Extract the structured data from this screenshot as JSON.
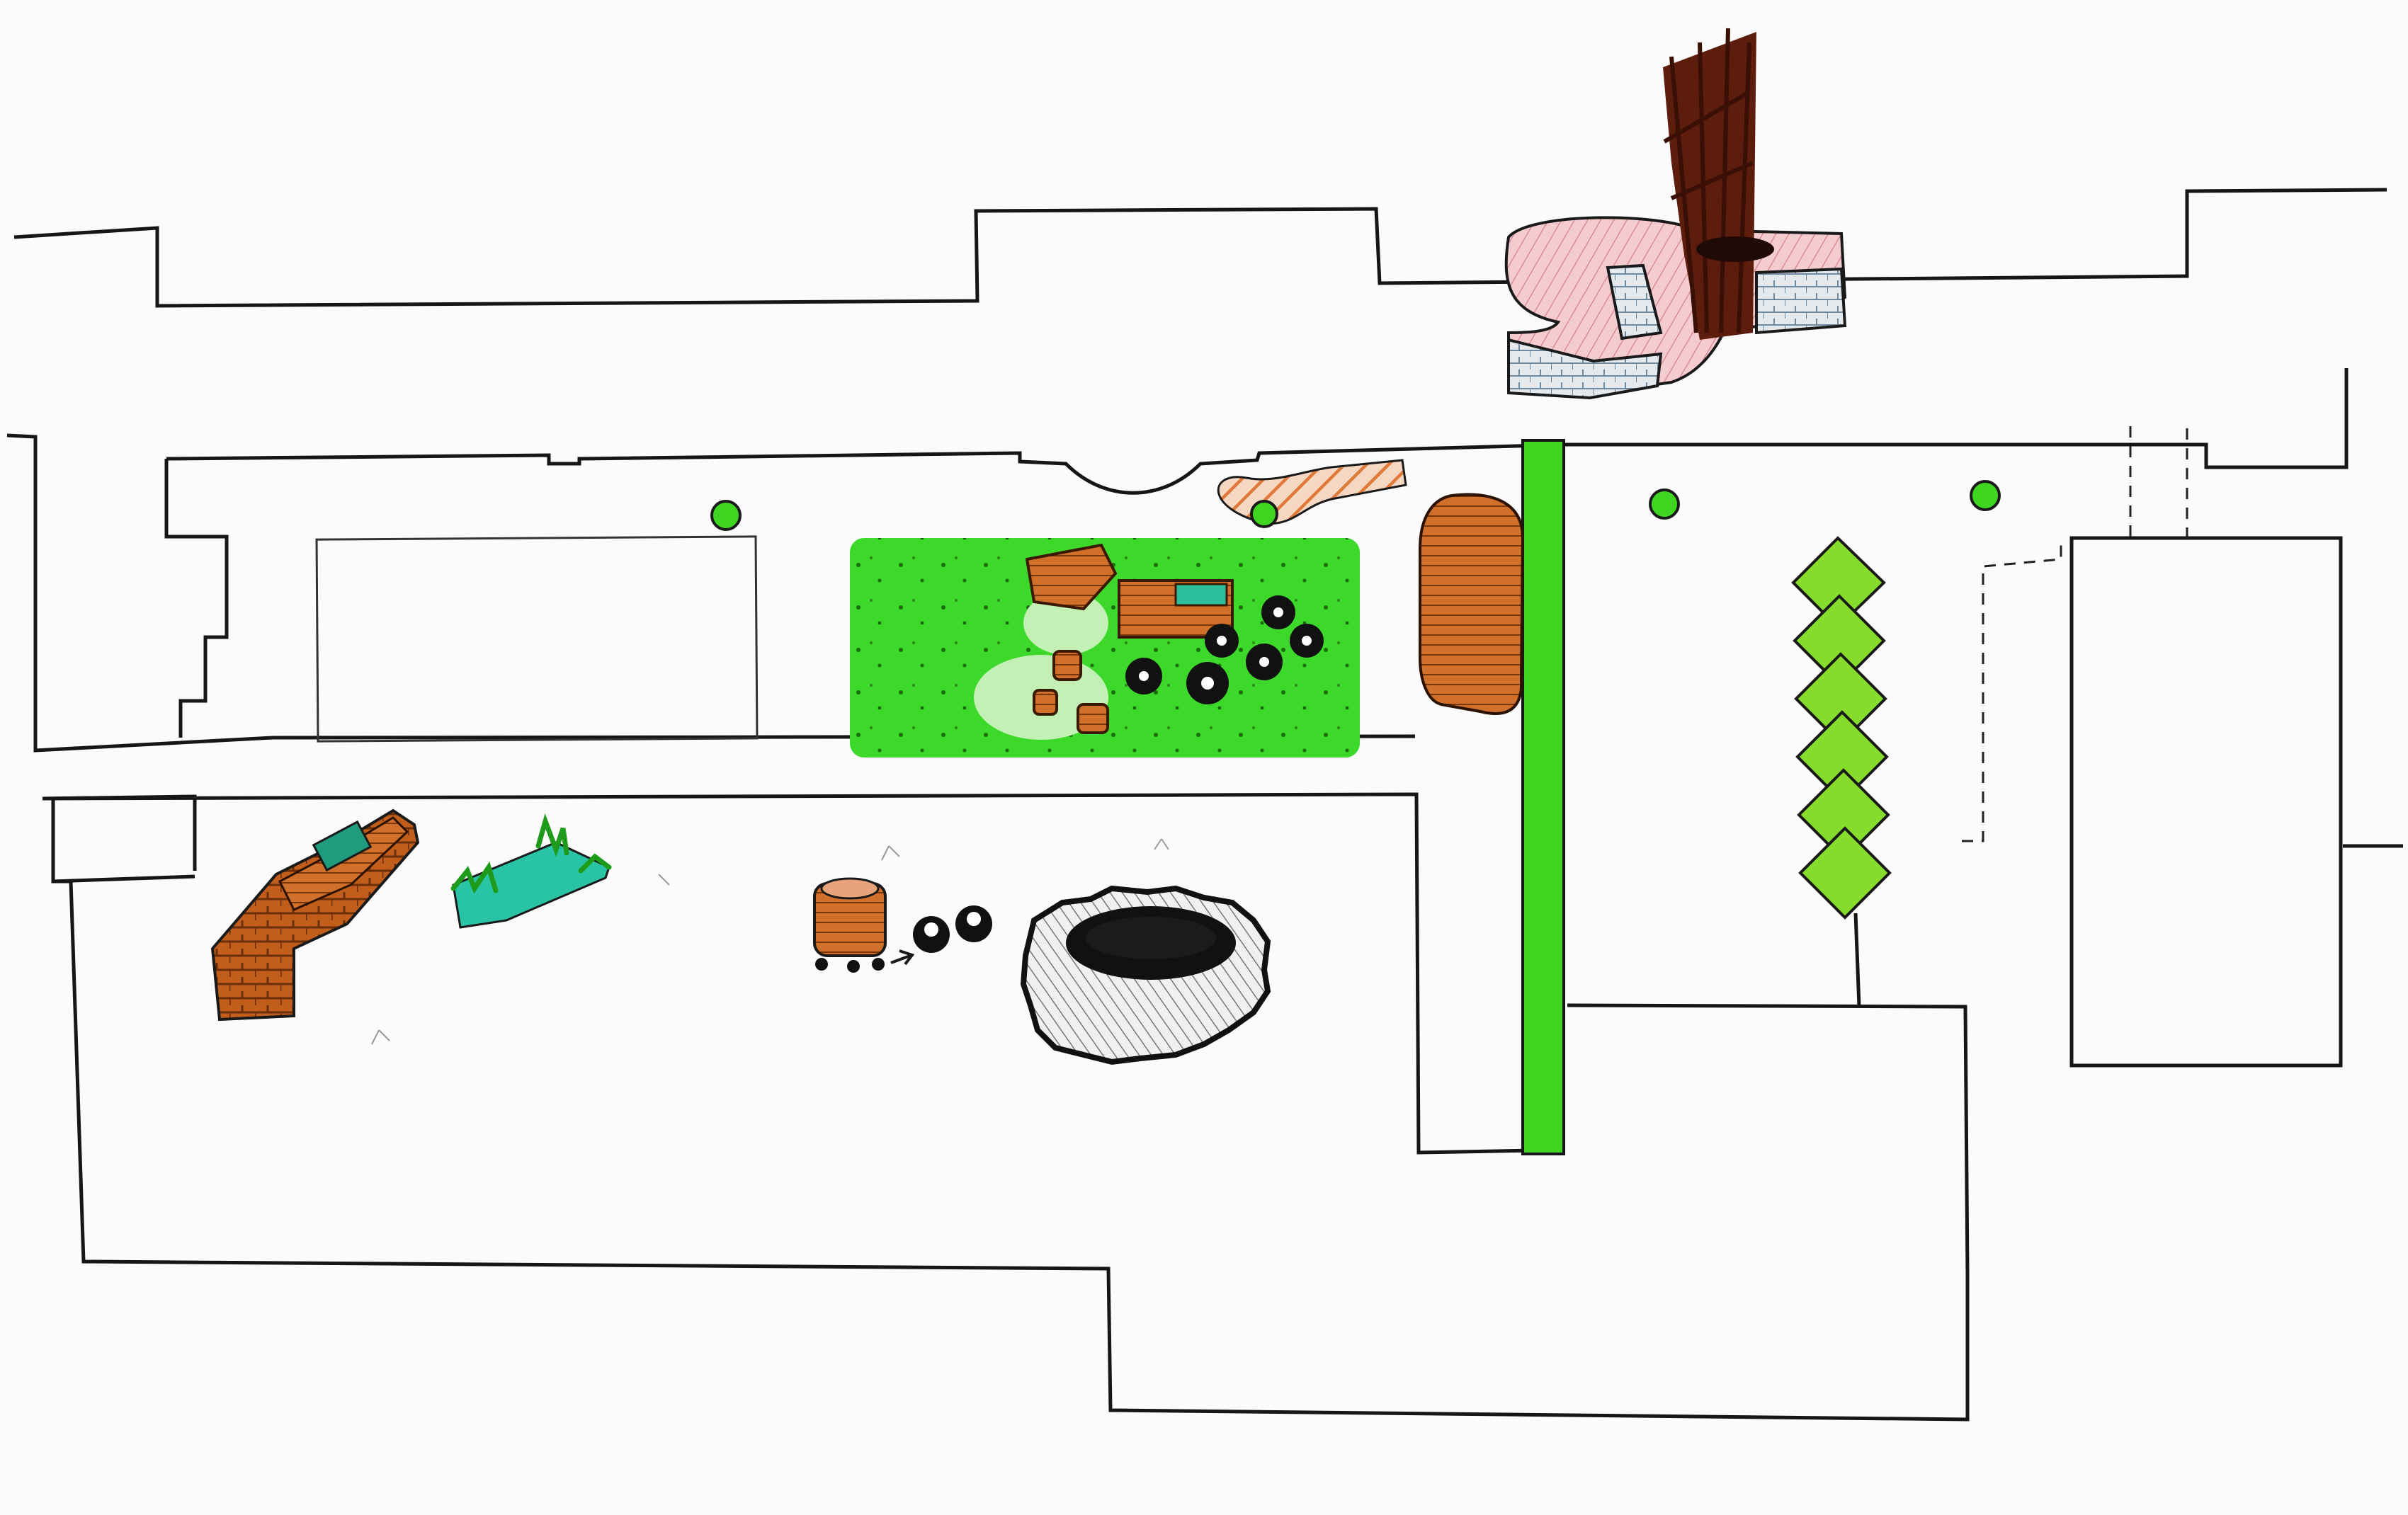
{
  "palette": {
    "paper": "#fbfbfb",
    "ink": "#161616",
    "grass": "#3cd92a",
    "grass_light": "#bfeeb0",
    "wood": "#c9661e",
    "wood_dark": "#6b2f08",
    "water": "#29c4a6",
    "trunk": "#5c1d0c",
    "stone_pink": "#f2c3c8",
    "stone_grey": "#dfe4ea",
    "tyre": "#111111",
    "path_green": "#3fd521",
    "planter_green": "#86dc2a"
  },
  "features": {
    "tree_count": 1,
    "bollards": 4,
    "tyres_in_lawn": 8,
    "diamond_planters": 6
  }
}
